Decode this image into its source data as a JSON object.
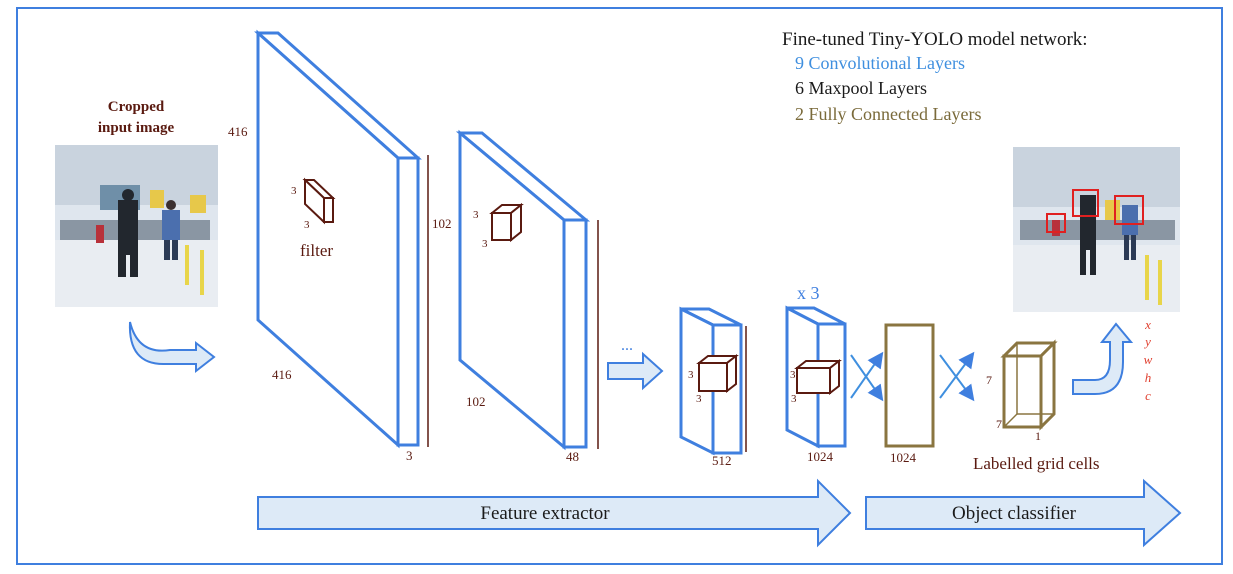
{
  "legend": {
    "title": "Fine-tuned Tiny-YOLO model network:",
    "items": [
      {
        "text": "9 Convolutional Layers",
        "color": "#3f8fdf"
      },
      {
        "text": "6 Maxpool Layers",
        "color": "#1a1a1a"
      },
      {
        "text": "2 Fully Connected Layers",
        "color": "#7a6a3a"
      }
    ]
  },
  "input": {
    "label_line1": "Cropped",
    "label_line2": "input image"
  },
  "layer1": {
    "height": "416",
    "width": "416",
    "depth": "3",
    "filter_label": "filter",
    "k1": "3",
    "k2": "3"
  },
  "layer2": {
    "height": "102",
    "width": "102",
    "depth": "48",
    "k1": "3",
    "k2": "3"
  },
  "ellipsis": "...",
  "layer3": {
    "depth": "512",
    "k1": "3",
    "k2": "3"
  },
  "layer4": {
    "repeat": "x 3",
    "depth": "1024",
    "k1": "3",
    "k2": "3"
  },
  "fc1": {
    "size": "1024"
  },
  "output": {
    "dim1": "7",
    "dim2": "7",
    "dim3": "1",
    "label": "Labelled grid cells",
    "bbox_params": [
      "x",
      "y",
      "w",
      "h",
      "c"
    ]
  },
  "stages": {
    "feature": "Feature extractor",
    "classifier": "Object classifier"
  },
  "colors": {
    "conv": "#3f7fdf",
    "brown": "#5a1a10",
    "olive": "#8a7540",
    "red": "#e04030",
    "arrow_fill": "#ddeaf7"
  }
}
